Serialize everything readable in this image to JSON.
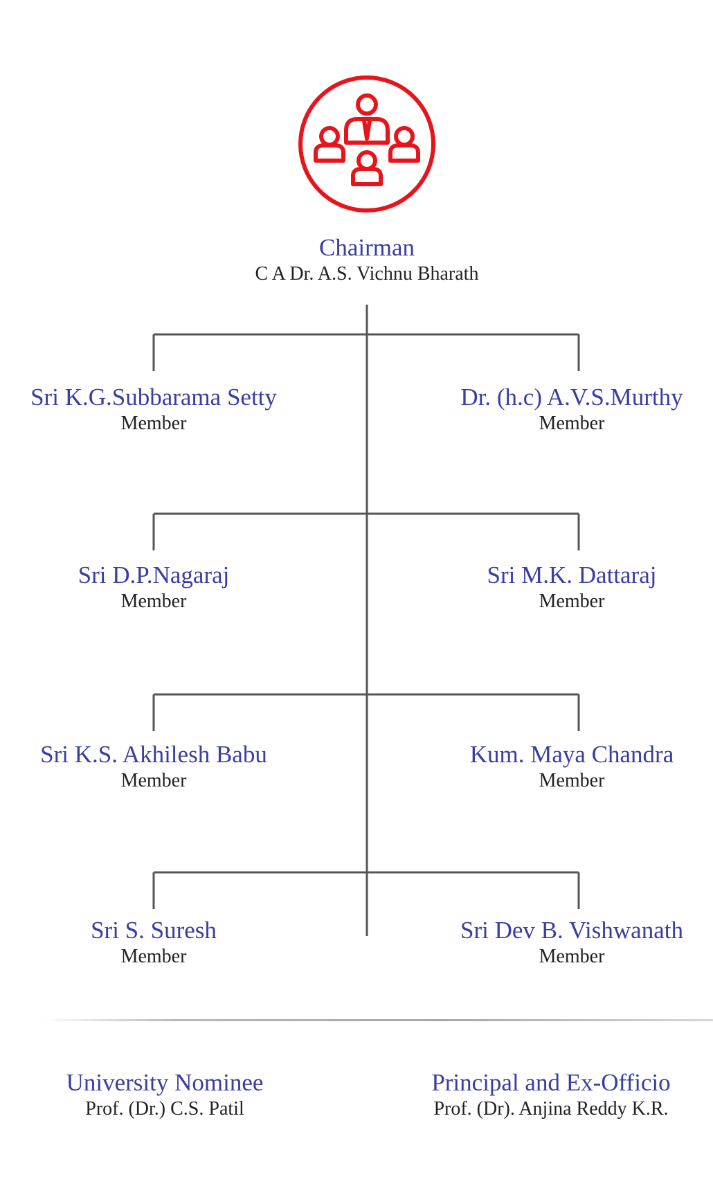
{
  "chairman": {
    "title": "Chairman",
    "name": "C A Dr. A.S. Vichnu Bharath"
  },
  "members": [
    {
      "name": "Sri K.G.Subbarama Setty",
      "role": "Member"
    },
    {
      "name": "Dr. (h.c) A.V.S.Murthy",
      "role": "Member"
    },
    {
      "name": "Sri D.P.Nagaraj",
      "role": "Member"
    },
    {
      "name": "Sri M.K. Dattaraj",
      "role": "Member"
    },
    {
      "name": "Sri K.S. Akhilesh Babu",
      "role": "Member"
    },
    {
      "name": "Kum. Maya Chandra",
      "role": "Member"
    },
    {
      "name": "Sri S. Suresh",
      "role": "Member"
    },
    {
      "name": "Sri Dev B. Vishwanath",
      "role": "Member"
    }
  ],
  "footer": [
    {
      "title": "University Nominee",
      "name": "Prof. (Dr.) C.S. Patil"
    },
    {
      "title": "Principal and Ex-Officio",
      "name": "Prof. (Dr). Anjina Reddy K.R."
    }
  ],
  "colors": {
    "title": "#3a3da1",
    "text": "#222222",
    "icon": "#e8141c",
    "connector": "#555555"
  },
  "icons": {
    "chairman": "group-people-icon"
  }
}
